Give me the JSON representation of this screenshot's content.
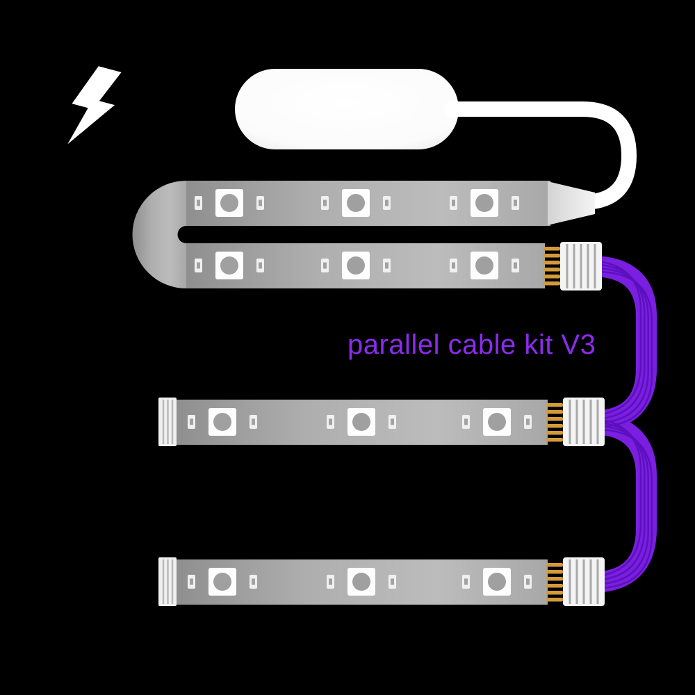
{
  "caption": {
    "text": "parallel cable kit V3"
  },
  "colors": {
    "background": "#000000",
    "caption_purple": "#8c2bf0",
    "cable_purple": "#7a1fe0",
    "strand_purple": "#5c10bd",
    "pin_gold": "#d49a3a",
    "cable_white": "#ffffff",
    "strip_gray": "#a6a6a6"
  },
  "icons": {
    "power": "lightning-bolt-icon"
  },
  "diagram": {
    "type": "product-illustration",
    "components": [
      {
        "name": "lightning-bolt-icon"
      },
      {
        "name": "inline-controller-capsule"
      },
      {
        "name": "folded-led-strip",
        "led_modules_visible": 6
      },
      {
        "name": "led-strip",
        "led_modules_visible": 3
      },
      {
        "name": "led-strip",
        "led_modules_visible": 3
      },
      {
        "name": "parallel-ribbon-cable"
      }
    ]
  }
}
